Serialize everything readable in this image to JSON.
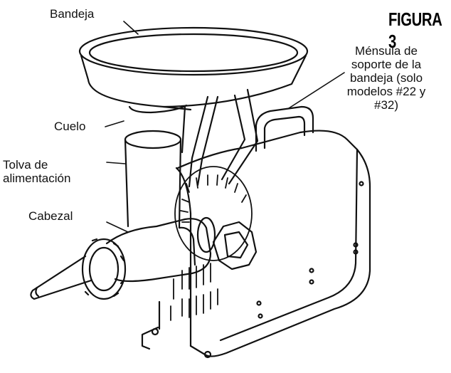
{
  "figure": {
    "title": "FIGURA 3",
    "labels": {
      "bandeja": "Bandeja",
      "mensula_lines": [
        "Ménsula de",
        "soporte de la",
        "bandeja (solo",
        "modelos #22 y",
        "#32)"
      ],
      "cuello": "Cuelo",
      "tolva_lines": [
        "Tolva de",
        "alimentación"
      ],
      "cabezal": "Cabezal"
    }
  },
  "colors": {
    "line": "#111111",
    "background": "#ffffff"
  }
}
